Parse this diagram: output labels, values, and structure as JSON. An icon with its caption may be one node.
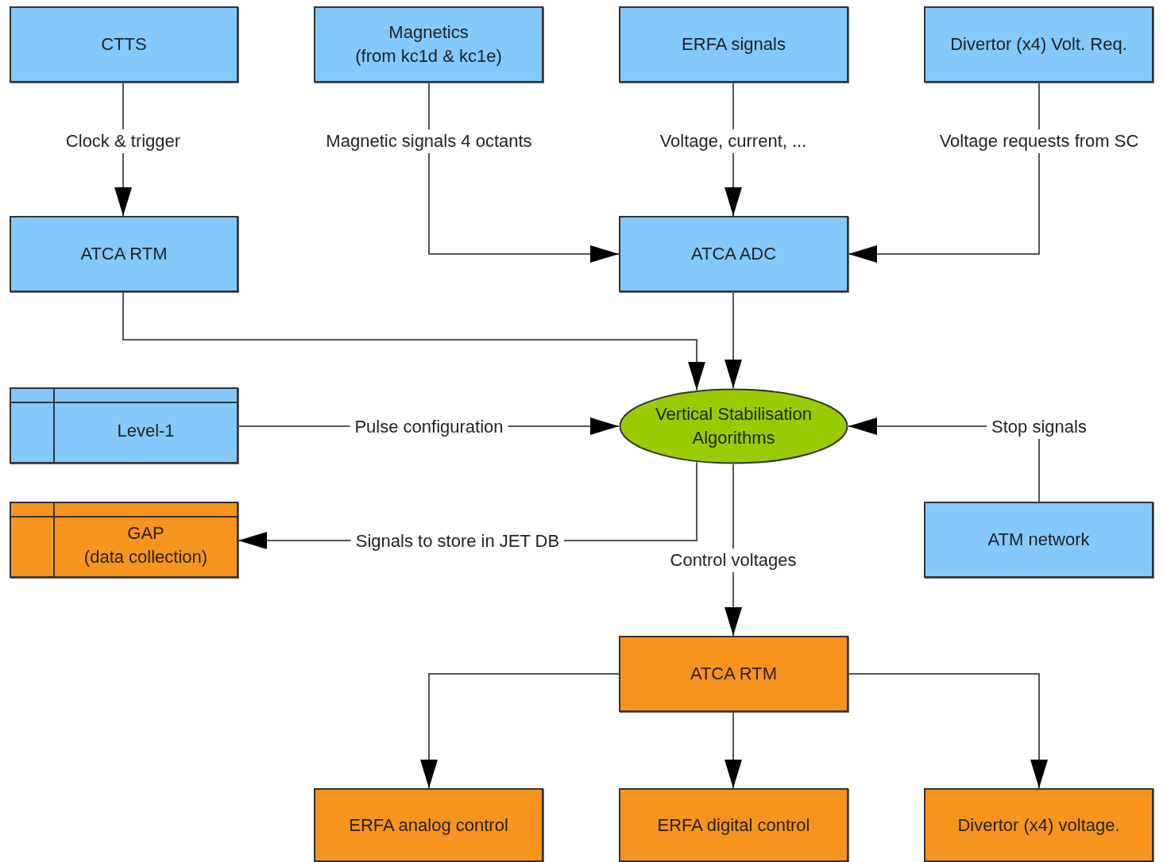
{
  "diagram": {
    "nodes": [
      {
        "text": [
          "CTTS"
        ]
      },
      {
        "text": [
          "Magnetics (from kc1d & kc1e)"
        ]
      },
      {
        "text": [
          "ERFA signals"
        ]
      },
      {
        "text": [
          "Divertor (x4) Volt. Req."
        ]
      },
      {
        "text": [
          "ATCA RTM"
        ]
      },
      {
        "text": [
          "ATCA ADC"
        ]
      },
      {
        "text": [
          "Level-1"
        ]
      },
      {
        "text": [
          "Vertical Stabilisation Algorithms"
        ]
      },
      {
        "text": [
          "GAP (data collection)"
        ]
      },
      {
        "text": [
          "ATM network"
        ]
      },
      {
        "text": [
          "ATCA RTM"
        ]
      },
      {
        "text": [
          "ERFA analog control"
        ]
      },
      {
        "text": [
          "ERFA digital control"
        ]
      },
      {
        "text": [
          "Divertor (x4) voltage."
        ]
      }
    ],
    "edges": [
      {
        "from": 0,
        "to": 4,
        "arrow": "to",
        "label": "Clock & trigger"
      },
      {
        "from": 1,
        "to": 5,
        "arrow": "to",
        "label": "Magnetic signals 4 octants"
      },
      {
        "from": 2,
        "to": 5,
        "arrow": "to",
        "label": "Voltage, current, ..."
      },
      {
        "from": 3,
        "to": 5,
        "arrow": "to",
        "label": "Voltage requests from SC"
      },
      {
        "from": 4,
        "to": 7,
        "arrow": "to"
      },
      {
        "from": 5,
        "to": 7,
        "arrow": "to"
      },
      {
        "from": 6,
        "to": 7,
        "arrow": "to",
        "label": "Pulse configuration"
      },
      {
        "from": 9,
        "to": 7,
        "arrow": "to",
        "label": "Stop signals"
      },
      {
        "from": 7,
        "to": 8,
        "arrow": "to",
        "label": "Signals to store in JET DB"
      },
      {
        "from": 7,
        "to": 10,
        "arrow": "to",
        "label": "Control voltages"
      },
      {
        "from": 10,
        "to": 11,
        "arrow": "to"
      },
      {
        "from": 10,
        "to": 12,
        "arrow": "to"
      },
      {
        "from": 10,
        "to": 13,
        "arrow": "to"
      }
    ]
  }
}
